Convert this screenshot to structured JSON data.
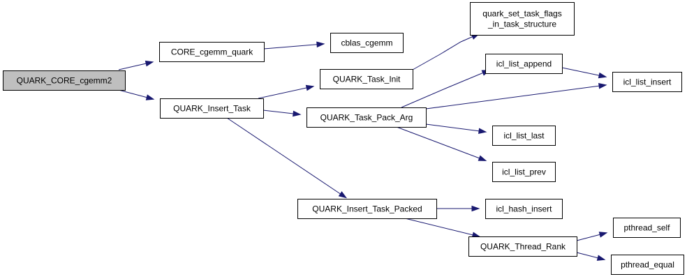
{
  "colors": {
    "edge": "#191970",
    "root_fill": "#bfbfbf",
    "node_fill": "#ffffff",
    "node_stroke": "#000000"
  },
  "nodes": [
    {
      "id": "quark_core_cgemm2",
      "lines": [
        "QUARK_CORE_cgemm2"
      ],
      "root": true
    },
    {
      "id": "core_cgemm_quark",
      "lines": [
        "CORE_cgemm_quark"
      ]
    },
    {
      "id": "cblas_cgemm",
      "lines": [
        "cblas_cgemm"
      ]
    },
    {
      "id": "quark_set_task_flags",
      "lines": [
        "quark_set_task_flags",
        "_in_task_structure"
      ]
    },
    {
      "id": "quark_task_init",
      "lines": [
        "QUARK_Task_Init"
      ]
    },
    {
      "id": "quark_insert_task",
      "lines": [
        "QUARK_Insert_Task"
      ]
    },
    {
      "id": "quark_task_pack_arg",
      "lines": [
        "QUARK_Task_Pack_Arg"
      ]
    },
    {
      "id": "icl_list_append",
      "lines": [
        "icl_list_append"
      ]
    },
    {
      "id": "icl_list_insert",
      "lines": [
        "icl_list_insert"
      ]
    },
    {
      "id": "icl_list_last",
      "lines": [
        "icl_list_last"
      ]
    },
    {
      "id": "icl_list_prev",
      "lines": [
        "icl_list_prev"
      ]
    },
    {
      "id": "quark_insert_task_packed",
      "lines": [
        "QUARK_Insert_Task_Packed"
      ]
    },
    {
      "id": "icl_hash_insert",
      "lines": [
        "icl_hash_insert"
      ]
    },
    {
      "id": "quark_thread_rank",
      "lines": [
        "QUARK_Thread_Rank"
      ]
    },
    {
      "id": "pthread_self",
      "lines": [
        "pthread_self"
      ]
    },
    {
      "id": "pthread_equal",
      "lines": [
        "pthread_equal"
      ]
    }
  ],
  "edges": [
    {
      "from": "quark_core_cgemm2",
      "to": "core_cgemm_quark"
    },
    {
      "from": "quark_core_cgemm2",
      "to": "quark_insert_task"
    },
    {
      "from": "core_cgemm_quark",
      "to": "cblas_cgemm"
    },
    {
      "from": "quark_insert_task",
      "to": "quark_task_init"
    },
    {
      "from": "quark_insert_task",
      "to": "quark_task_pack_arg"
    },
    {
      "from": "quark_insert_task",
      "to": "quark_insert_task_packed"
    },
    {
      "from": "quark_task_init",
      "to": "quark_set_task_flags"
    },
    {
      "from": "quark_task_pack_arg",
      "to": "icl_list_append"
    },
    {
      "from": "quark_task_pack_arg",
      "to": "icl_list_insert"
    },
    {
      "from": "quark_task_pack_arg",
      "to": "icl_list_last"
    },
    {
      "from": "quark_task_pack_arg",
      "to": "icl_list_prev"
    },
    {
      "from": "icl_list_append",
      "to": "icl_list_insert"
    },
    {
      "from": "quark_insert_task_packed",
      "to": "icl_hash_insert"
    },
    {
      "from": "quark_insert_task_packed",
      "to": "quark_thread_rank"
    },
    {
      "from": "quark_thread_rank",
      "to": "pthread_self"
    },
    {
      "from": "quark_thread_rank",
      "to": "pthread_equal"
    }
  ]
}
